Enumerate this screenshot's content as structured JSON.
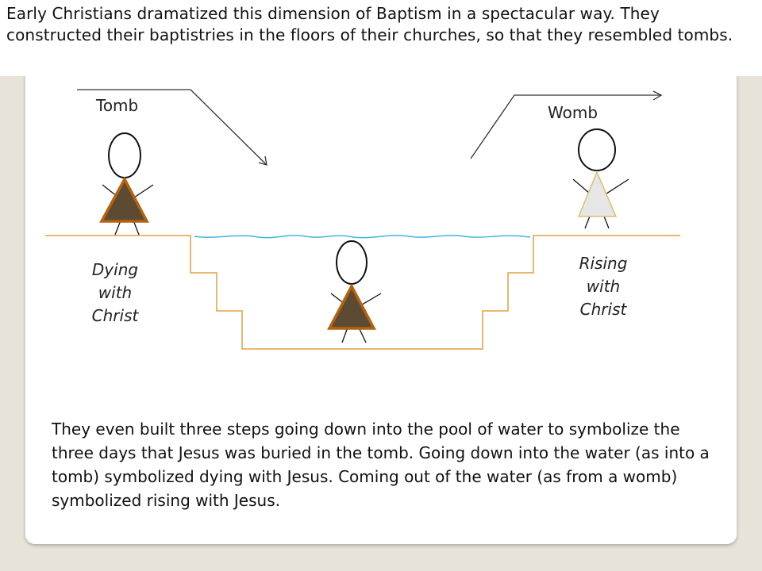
{
  "header": {
    "text": "Early Christians dramatized this dimension of Baptism in a spectacular way. They constructed their baptistries in the floors of their churches, so that they resembled tombs."
  },
  "diagram": {
    "tomb_label": "Tomb",
    "womb_label": "Womb",
    "dying_label": [
      "Dying",
      "with",
      "Christ"
    ],
    "rising_label": [
      "Rising",
      "with",
      "Christ"
    ],
    "colors": {
      "pool_line": "#e0a040",
      "water": "#40b8d8",
      "dark_body": "#5c4a32",
      "dark_body_stroke": "#b4620e",
      "light_body": "#e6e6e6",
      "light_body_stroke": "#d8c070",
      "arrow": "#333333"
    }
  },
  "body": {
    "text": "They even built three steps going down into the pool of water to symbolize the three days that Jesus was buried in the tomb. Going down into the water (as into a tomb) symbolized dying with Jesus. Coming out of the water (as from a womb) symbolized rising with Jesus."
  }
}
